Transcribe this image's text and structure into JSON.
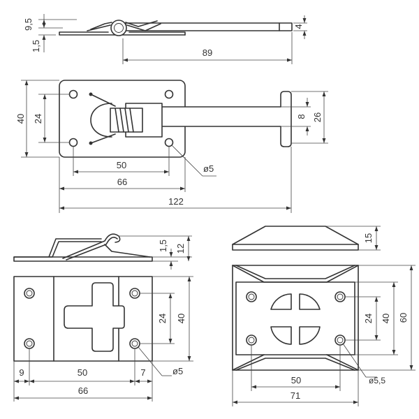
{
  "dimensions": {
    "top_side": {
      "thickness_total": "9,5",
      "thickness_plate": "1,5",
      "arm_thickness": "4",
      "arm_length": "89"
    },
    "top_plan": {
      "height_outer": "40",
      "height_holes": "24",
      "width_holes": "50",
      "width_plate": "66",
      "width_total": "122",
      "arm_width": "8",
      "tee_width": "26",
      "hole_diameter": "ø5"
    },
    "bottom_left": {
      "height_spring": "1,5",
      "height_side": "12",
      "height_holes": "24",
      "height_plate": "40",
      "offset_left": "9",
      "width_holes": "50",
      "offset_right": "7",
      "width_plate": "66",
      "hole_diameter": "ø5"
    },
    "bottom_right": {
      "height_side": "15",
      "height_holes": "24",
      "height_inner": "40",
      "height_outer": "60",
      "width_holes": "50",
      "width_plate": "71",
      "hole_diameter": "ø5,5"
    }
  }
}
